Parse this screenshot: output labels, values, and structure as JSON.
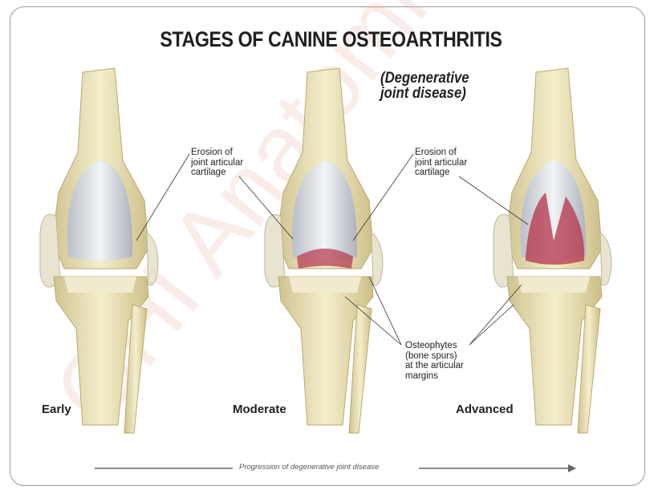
{
  "title": "STAGES OF CANINE OSTEOARTHRITIS",
  "subtitle_line1": "(Degenerative",
  "subtitle_line2": "joint disease)",
  "annotations": {
    "erosion_1": [
      "Erosion of",
      "joint articular",
      "cartilage"
    ],
    "erosion_2": [
      "Erosion of",
      "joint articular",
      "cartilage"
    ],
    "osteophytes": [
      "Osteophytes",
      "(bone spurs)",
      "at the articular",
      "margins"
    ]
  },
  "stages": [
    "Early",
    "Moderate",
    "Advanced"
  ],
  "progression_label": "Progression of degenerative joint disease",
  "watermark": "GHI Anatomicals®",
  "colors": {
    "bone": "#ece3b6",
    "cartilage": "#dfe3ea",
    "erosion": "#b5334a",
    "text": "#231f20"
  }
}
